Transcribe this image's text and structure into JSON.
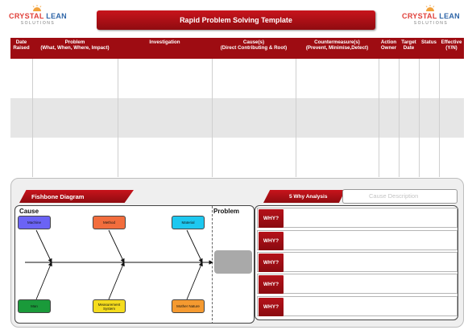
{
  "header": {
    "title": "Rapid Problem Solving Template",
    "logo_left": {
      "word1": "CRYSTAL",
      "word2": "LEAN",
      "tagline": "SOLUTIONS"
    },
    "logo_right": {
      "word1": "CRYSTAL",
      "word2": "LEAN",
      "tagline": "SOLUTIONS"
    }
  },
  "table": {
    "columns": [
      {
        "line1": "Date",
        "line2": "Raised"
      },
      {
        "line1": "Problem",
        "line2": "(What, When, Where, Impact)"
      },
      {
        "line1": "Investigation",
        "line2": ""
      },
      {
        "line1": "Cause(s)",
        "line2": "(Direct Contributing & Root)"
      },
      {
        "line1": "Countermeasure(s)",
        "line2": "(Prevent, Minimise,Detect)"
      },
      {
        "line1": "Action",
        "line2": "Owner"
      },
      {
        "line1": "Target",
        "line2": "Date"
      },
      {
        "line1": "Status",
        "line2": ""
      },
      {
        "line1": "Effective",
        "line2": "(Y/N)"
      }
    ]
  },
  "fishbone": {
    "tab_label": "Fishbone Diagram",
    "cause_label": "Cause",
    "problem_label": "Problem",
    "categories": [
      {
        "label": "Machine",
        "color": "#6b63f5"
      },
      {
        "label": "Method",
        "color": "#f26d3d"
      },
      {
        "label": "Material",
        "color": "#1ec8f0"
      },
      {
        "label": "Man",
        "color": "#1a9a3a"
      },
      {
        "label": "Measurement System",
        "color": "#f5dc1e"
      },
      {
        "label": "Mother Nature",
        "color": "#f59a30"
      }
    ]
  },
  "five_why": {
    "tab_label": "5 Why Analysis",
    "cause_description_placeholder": "Cause Description",
    "rows": [
      "WHY?",
      "WHY?",
      "WHY?",
      "WHY?",
      "WHY?"
    ]
  },
  "colors": {
    "brand_red": "#9e0c12",
    "logo_red": "#e0403a",
    "logo_blue": "#2f66a8"
  }
}
